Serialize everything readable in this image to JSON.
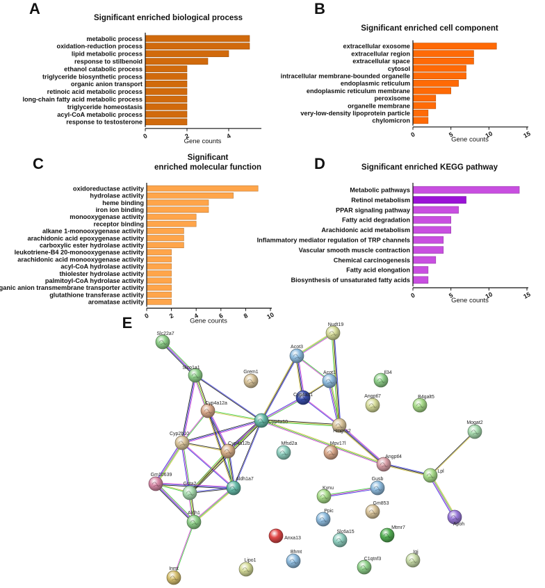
{
  "chart_data": [
    {
      "panel_label": "A",
      "type": "bar",
      "orientation": "horizontal",
      "title": "Significant enriched biological process",
      "xlabel": "Gene counts",
      "xlim": [
        0,
        5.5
      ],
      "xticks": [
        0,
        2,
        4
      ],
      "color": "#d16a0c",
      "categories": [
        "metabolic process",
        "oxidation-reduction process",
        "lipid metabolic process",
        "response to stilbenoid",
        "ethanol catabolic process",
        "triglyceride biosynthetic process",
        "organic anion transport",
        "retinoic acid metabolic process",
        "long-chain fatty acid metabolic process",
        "triglyceride homeostasis",
        "acyl-CoA metabolic process",
        "response to testosterone"
      ],
      "values": [
        5,
        5,
        4,
        3,
        2,
        2,
        2,
        2,
        2,
        2,
        2,
        2
      ]
    },
    {
      "panel_label": "B",
      "type": "bar",
      "orientation": "horizontal",
      "title": "Significant enriched cell component",
      "xlabel": "Gene counts",
      "xlim": [
        0,
        15
      ],
      "xticks": [
        0,
        5,
        10,
        15
      ],
      "color": "#ff6a06",
      "categories": [
        "extracellular exosome",
        "extracellular region",
        "extracellular space",
        "cytosol",
        "intracellular membrane-bounded organelle",
        "endoplasmic reticulum",
        "endoplasmic reticulum membrane",
        "peroxisome",
        "organelle membrane",
        "very-low-density lipoprotein particle",
        "chylomicron"
      ],
      "values": [
        11,
        8,
        8,
        7,
        7,
        6,
        5,
        3,
        3,
        2,
        2
      ]
    },
    {
      "panel_label": "C",
      "type": "bar",
      "orientation": "horizontal",
      "title": "Significant",
      "subtitle": "enriched molecular function",
      "xlabel": "Gene counts",
      "xlim": [
        0,
        10
      ],
      "xticks": [
        0,
        2,
        4,
        6,
        8,
        10
      ],
      "color": "#ffa54a",
      "categories": [
        "oxidoreductase activity",
        "hydrolase activity",
        "heme binding",
        "iron ion binding",
        "monooxygenase activity",
        "receptor binding",
        "alkane 1-monooxygenase activity",
        "arachidonic acid epoxygenase activity",
        "carboxylic ester hydrolase activity",
        "leukotriene-B4 20-monooxygenase activity",
        "arachidonic acid monooxygenase activity",
        "acyl-CoA hydrolase activity",
        "thiolester hydrolase activity",
        "palmitoyl-CoA hydrolase activity",
        "rganic anion transmembrane transporter activity",
        "glutathione transferase activity",
        "aromatase activity"
      ],
      "values": [
        9,
        7,
        5,
        5,
        4,
        4,
        3,
        3,
        3,
        2,
        2,
        2,
        2,
        2,
        2,
        2,
        2
      ]
    },
    {
      "panel_label": "D",
      "type": "bar",
      "orientation": "horizontal",
      "title": "Significant enriched KEGG pathway",
      "xlabel": "Gene counts",
      "xlim": [
        0,
        15
      ],
      "xticks": [
        0,
        5,
        10,
        15
      ],
      "color": "#c84fe0",
      "highlight_color": "#9a12d6",
      "highlight_index": 1,
      "categories": [
        "Metabolic pathways",
        "Retinol metabolism",
        "PPAR signaling pathway",
        "Fatty acid degradation",
        "Arachidonic acid metabolism",
        "Inflammatory mediator regulation of TRP channels",
        "Vascular smooth muscle contraction",
        "Chemical carcinogenesis",
        "Fatty acid elongation",
        "Biosynthesis of unsaturated fatty acids"
      ],
      "values": [
        14,
        7,
        6,
        5,
        5,
        4,
        4,
        3,
        2,
        2
      ]
    }
  ],
  "network": {
    "panel_label": "E",
    "edge_colors": [
      "#33cc33",
      "#cc33cc",
      "#3333dd",
      "#111111",
      "#ccbb33"
    ],
    "nodes": [
      {
        "id": "Slc22a7",
        "color": "#8fd08a"
      },
      {
        "id": "Slco1a1",
        "color": "#8fd08a"
      },
      {
        "id": "Grem1",
        "color": "#d9c49a"
      },
      {
        "id": "Acot3",
        "color": "#8fbde0"
      },
      {
        "id": "Nudt19",
        "color": "#d6dc9a"
      },
      {
        "id": "Acot1",
        "color": "#8fbde0"
      },
      {
        "id": "Cyp4a31",
        "color": "#3a4fae"
      },
      {
        "id": "Il34",
        "color": "#8fd08a"
      },
      {
        "id": "Angptl7",
        "color": "#d6dc9a"
      },
      {
        "id": "B4galt5",
        "color": "#a8dc8a"
      },
      {
        "id": "Cyp4a12a",
        "color": "#d9a88a"
      },
      {
        "id": "Cyp4a10",
        "color": "#66bba8"
      },
      {
        "id": "Hmgcs2",
        "color": "#d9c49a"
      },
      {
        "id": "Mogat2",
        "color": "#a8dcb0"
      },
      {
        "id": "Cyp2b10",
        "color": "#d9c49a"
      },
      {
        "id": "Cyp4a12b",
        "color": "#d9b08a"
      },
      {
        "id": "Mfsd2a",
        "color": "#8fd0c0"
      },
      {
        "id": "Mpv17l",
        "color": "#d9a88a"
      },
      {
        "id": "Angptl4",
        "color": "#d9a0a8"
      },
      {
        "id": "Lpl",
        "color": "#a8dc8a"
      },
      {
        "id": "Gm10639",
        "color": "#d98aa8"
      },
      {
        "id": "Gsta2",
        "color": "#a8dcb0"
      },
      {
        "id": "Aldh1a7",
        "color": "#66bba8"
      },
      {
        "id": "Gusb",
        "color": "#8fbde0"
      },
      {
        "id": "Kynu",
        "color": "#a8dc8a"
      },
      {
        "id": "Gm853",
        "color": "#d9c49a"
      },
      {
        "id": "Ppic",
        "color": "#8fbde0"
      },
      {
        "id": "Anxa13",
        "color": "#e04848"
      },
      {
        "id": "Mtmr7",
        "color": "#55b055"
      },
      {
        "id": "Apoh",
        "color": "#9a7ad9"
      },
      {
        "id": "Aldh1",
        "color": "#8fd08a"
      },
      {
        "id": "Slc6a15",
        "color": "#8fd0c0"
      },
      {
        "id": "Bhmt",
        "color": "#8fbde0"
      },
      {
        "id": "C1qtnf3",
        "color": "#8fd08a"
      },
      {
        "id": "Igj",
        "color": "#c8dca8"
      },
      {
        "id": "Lipo1",
        "color": "#d6dc9a"
      },
      {
        "id": "Inmt",
        "color": "#d6c070"
      }
    ],
    "edges": [
      [
        "Slc22a7",
        "Slco1a1"
      ],
      [
        "Slco1a1",
        "Cyp2b10"
      ],
      [
        "Slco1a1",
        "Cyp4a10"
      ],
      [
        "Slco1a1",
        "Cyp4a12a"
      ],
      [
        "Acot3",
        "Nudt19"
      ],
      [
        "Acot3",
        "Acot1"
      ],
      [
        "Acot3",
        "Cyp4a31"
      ],
      [
        "Acot3",
        "Cyp4a10"
      ],
      [
        "Acot1",
        "Cyp4a31"
      ],
      [
        "Acot1",
        "Hmgcs2"
      ],
      [
        "Cyp4a31",
        "Cyp4a10"
      ],
      [
        "Cyp4a31",
        "Hmgcs2"
      ],
      [
        "Nudt19",
        "Hmgcs2"
      ],
      [
        "Cyp4a10",
        "Hmgcs2"
      ],
      [
        "Cyp4a10",
        "Cyp4a12a"
      ],
      [
        "Cyp4a10",
        "Cyp4a12b"
      ],
      [
        "Cyp4a10",
        "Cyp2b10"
      ],
      [
        "Cyp4a10",
        "Aldh1a7"
      ],
      [
        "Cyp4a10",
        "Gsta2"
      ],
      [
        "Cyp4a10",
        "Angptl4"
      ],
      [
        "Cyp4a12a",
        "Cyp2b10"
      ],
      [
        "Cyp4a12a",
        "Cyp4a12b"
      ],
      [
        "Cyp4a12a",
        "Aldh1a7"
      ],
      [
        "Cyp2b10",
        "Cyp4a12b"
      ],
      [
        "Cyp2b10",
        "Gm10639"
      ],
      [
        "Cyp2b10",
        "Gsta2"
      ],
      [
        "Cyp2b10",
        "Aldh1a7"
      ],
      [
        "Cyp4a12b",
        "Aldh1a7"
      ],
      [
        "Cyp4a12b",
        "Gsta2"
      ],
      [
        "Gm10639",
        "Gsta2"
      ],
      [
        "Gm10639",
        "Aldh1"
      ],
      [
        "Gm10639",
        "Aldh1a7"
      ],
      [
        "Gsta2",
        "Aldh1a7"
      ],
      [
        "Gsta2",
        "Aldh1"
      ],
      [
        "Aldh1a7",
        "Aldh1"
      ],
      [
        "Aldh1",
        "Inmt"
      ],
      [
        "Hmgcs2",
        "Angptl4"
      ],
      [
        "Angptl4",
        "Lpl"
      ],
      [
        "Lpl",
        "Mogat2"
      ],
      [
        "Lpl",
        "Apoh"
      ],
      [
        "Kynu",
        "Gusb"
      ]
    ]
  }
}
